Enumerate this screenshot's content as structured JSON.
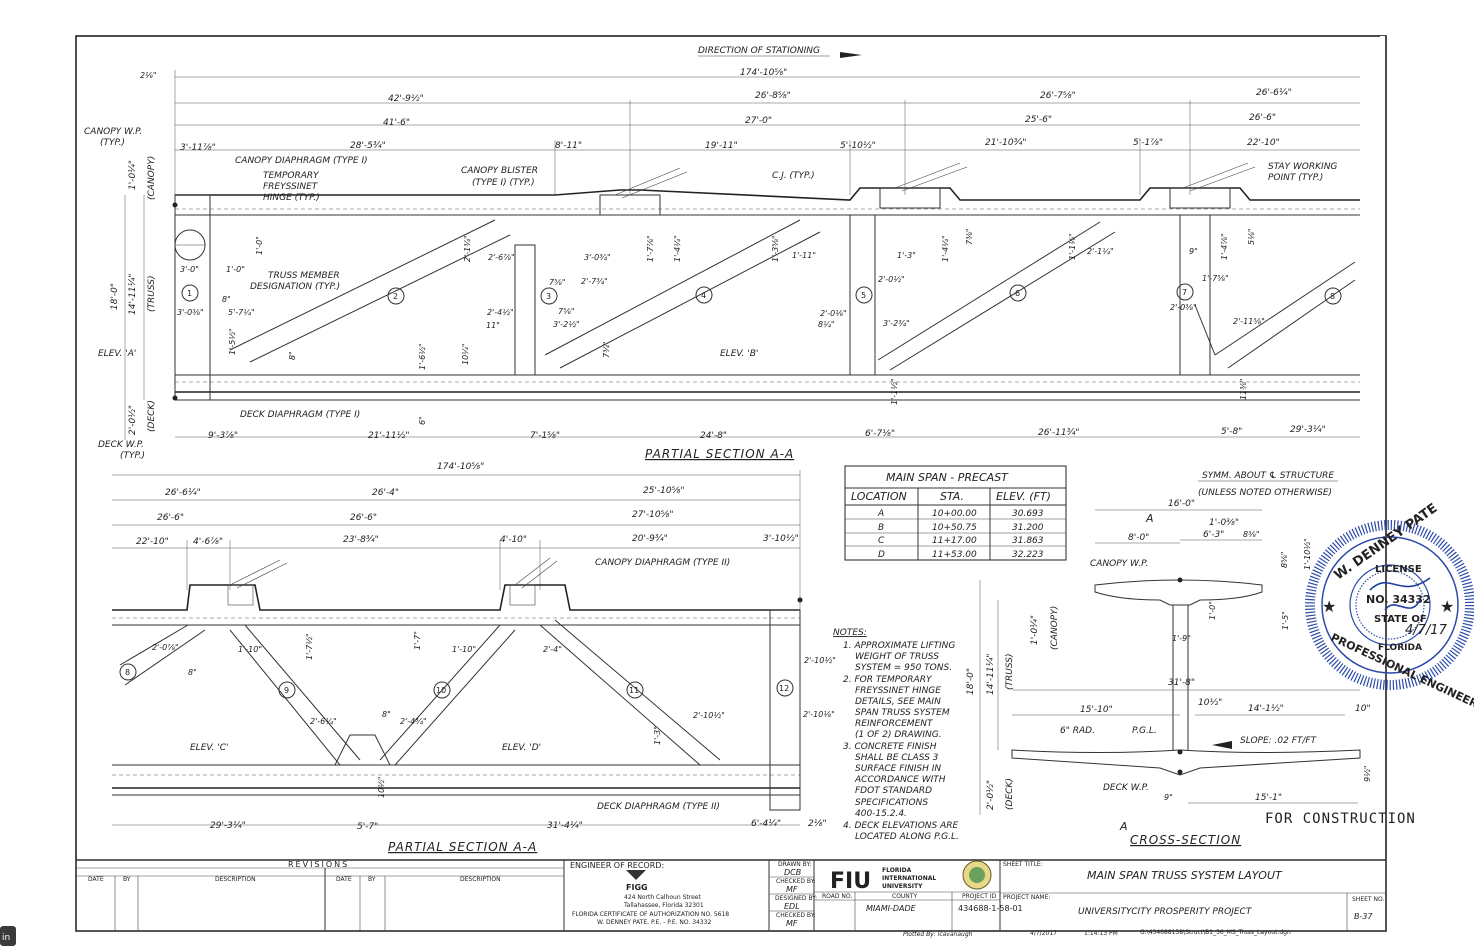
{
  "top_section": {
    "direction": "DIRECTION OF STATIONING",
    "overall": "174'-10⅝\"",
    "dim_2_1_8": "2⅛\"",
    "row1": [
      "42'-9½\"",
      "26'-8⅝\"",
      "26'-7⅝\"",
      "26'-6¼\""
    ],
    "row2": [
      "41'-6\"",
      "27'-0\"",
      "25'-6\"",
      "26'-6\""
    ],
    "row3": [
      "3'-11⅞\"",
      "28'-5¾\"",
      "8'-11\"",
      "19'-11\"",
      "5'-10½\"",
      "21'-10¾\"",
      "5'-1⅞\"",
      "22'-10\""
    ],
    "labels": {
      "canopy_wp": "CANOPY W.P.",
      "typ": "(TYP.)",
      "canopy_diaphragm": "CANOPY DIAPHRAGM (TYPE I)",
      "temp_hinge_1": "TEMPORARY",
      "temp_hinge_2": "FREYSSINET",
      "temp_hinge_3": "HINGE (TYP.)",
      "canopy_blister_1": "CANOPY BLISTER",
      "canopy_blister_2": "(TYPE I) (TYP.)",
      "cj": "C.J. (TYP.)",
      "stay_1": "STAY WORKING",
      "stay_2": "POINT (TYP.)",
      "truss_member_1": "TRUSS MEMBER",
      "truss_member_2": "DESIGNATION (TYP.)",
      "elev_a": "ELEV. 'A'",
      "elev_b": "ELEV. 'B'",
      "deck_diaphragm": "DECK DIAPHRAGM (TYPE I)",
      "deck_wp": "DECK W.P.",
      "deck_wp_typ": "(TYP.)",
      "canopy_v": "(CANOPY)",
      "truss_v": "(TRUSS)",
      "deck_v": "(DECK)",
      "d18": "18'-0\"",
      "d14": "14'-11¼\"",
      "d1_0_1_4": "1'-0¼\"",
      "d2_0_1_2": "2'-0½\""
    },
    "members": [
      "1",
      "2",
      "3",
      "4",
      "5",
      "6",
      "7",
      "8"
    ],
    "inner_dims": [
      "3'-0\"",
      "1'-0\"",
      "8\"",
      "3'-0⅜\"",
      "5'-7¼\"",
      "1'-5½\"",
      "2'-6⅞\"",
      "3'-0¾\"",
      "2'-7¾\"",
      "7⅝\"",
      "2'-4½\"",
      "11\"",
      "3'-2½\"",
      "7⅝\"",
      "1'-11\"",
      "1'-3\"",
      "2'-0½\"",
      "2'-0⅛\"",
      "8¼\"",
      "3'-2¾\"",
      "2'-1¼\"",
      "9\"",
      "1'-7⅝\"",
      "2'-0⅜\"",
      "2'-11⅝\"",
      "1'-0\"",
      "2'-1¾\"",
      "1'-7⅞\"",
      "1'-4¼\"",
      "1'-3⅝\"",
      "1'-4¼\"",
      "7⅜\"",
      "1'-1⅛\"",
      "1'-4⅞\"",
      "5⅛\"",
      "1'-6½\"",
      "10¼\"",
      "7¾\"",
      "1'-1½\"",
      "11⅜\"",
      "6\"",
      "8\""
    ],
    "bottom": [
      "9'-3⅞\"",
      "21'-11½\"",
      "7'-1⅝\"",
      "24'-8\"",
      "6'-7⅛\"",
      "26'-11¾\"",
      "5'-8\"",
      "29'-3¼\""
    ],
    "title": "PARTIAL SECTION A-A"
  },
  "bottom_section": {
    "overall": "174'-10⅝\"",
    "row1": [
      "26'-6¼\"",
      "26'-4\"",
      "25'-10⅝\""
    ],
    "row2": [
      "26'-6\"",
      "26'-6\"",
      "27'-10⅝\""
    ],
    "row3": [
      "22'-10\"",
      "4'-6⅞\"",
      "23'-8¾\"",
      "4'-10\"",
      "20'-9¾\"",
      "3'-10½\""
    ],
    "labels": {
      "canopy_diaphragm": "CANOPY DIAPHRAGM (TYPE II)",
      "elev_c": "ELEV. 'C'",
      "elev_d": "ELEV. 'D'",
      "deck_diaphragm": "DECK DIAPHRAGM (TYPE II)"
    },
    "members": [
      "8",
      "9",
      "10",
      "11",
      "12"
    ],
    "inner_dims": [
      "2'-0⅞\"",
      "1'-10\"",
      "8\"",
      "1'-7½\"",
      "1'-7\"",
      "1'-10\"",
      "2'-4\"",
      "2'-6¼\"",
      "2'-4¾\"",
      "2'-10½\"",
      "2'-10⅛\"",
      "8\"",
      "1'-3\"",
      "10½\"",
      "2'-10½\""
    ],
    "bottom": [
      "29'-3¼\"",
      "5'-7\"",
      "31'-4¼\"",
      "6'-4¼\"",
      "2⅛\""
    ],
    "title": "PARTIAL SECTION A-A"
  },
  "table": {
    "title": "MAIN SPAN - PRECAST",
    "headers": [
      "LOCATION",
      "STA.",
      "ELEV. (FT)"
    ],
    "rows": [
      [
        "A",
        "10+00.00",
        "30.693"
      ],
      [
        "B",
        "10+50.75",
        "31.200"
      ],
      [
        "C",
        "11+17.00",
        "31.863"
      ],
      [
        "D",
        "11+53.00",
        "32.223"
      ]
    ]
  },
  "notes": {
    "title": "NOTES:",
    "lines": [
      "1. APPROXIMATE LIFTING",
      "WEIGHT OF TRUSS",
      "SYSTEM = 950 TONS.",
      "2. FOR TEMPORARY",
      "FREYSSINET HINGE",
      "DETAILS, SEE MAIN",
      "SPAN TRUSS SYSTEM",
      "REINFORCEMENT",
      "(1 OF 2) DRAWING.",
      "3. CONCRETE FINISH",
      "SHALL BE CLASS 3",
      "SURFACE FINISH IN",
      "ACCORDANCE WITH",
      "FDOT STANDARD",
      "SPECIFICATIONS",
      "400-15.2.4.",
      "4. DECK ELEVATIONS ARE",
      "LOCATED ALONG P.G.L."
    ]
  },
  "cross_section": {
    "symm_1": "SYMM. ABOUT ℄ STRUCTURE",
    "symm_2": "(UNLESS NOTED OTHERWISE)",
    "d16": "16'-0\"",
    "d8": "8'-0\"",
    "d1_0_3_8": "1'-0⅜\"",
    "d6_3": "6'-3\"",
    "d8_3_8": "8⅜\"",
    "d1_10_1_2": "1'-10½\"",
    "d8_5_8": "8⅝\"",
    "canopy_wp": "CANOPY W.P.",
    "d1_0": "1'-0\"",
    "d1_5": "1'-5\"",
    "d1_9": "1'-9\"",
    "d31_8": "31'-8\"",
    "d15_10": "15'-10\"",
    "d10_1_2": "10½\"",
    "d14_1_1_2": "14'-1½\"",
    "d10": "10\"",
    "rad": "6\" RAD.",
    "pgl": "P.G.L.",
    "slope": "SLOPE: .02 FT/FT",
    "d9_1_2": "9½\"",
    "deck_wp": "DECK W.P.",
    "d9": "9\"",
    "d15_1": "15'-1\"",
    "d18": "18'-0\"",
    "d14": "14'-11¼\"",
    "d1_0_1_4": "1'-0¼\"",
    "d2_0_1_2": "2'-0½\"",
    "truss": "(TRUSS)",
    "canopy": "(CANOPY)",
    "deck": "(DECK)",
    "a_label": "A",
    "title": "CROSS-SECTION"
  },
  "for_construction": "FOR CONSTRUCTION",
  "stamp": {
    "name": "W. DENNEY PATE",
    "license": "LICENSE",
    "no": "NO. 34332",
    "state": "STATE OF",
    "florida": "FLORIDA",
    "profession": "PROFESSIONAL ENGINEER",
    "date": "4/7/17"
  },
  "title_block": {
    "revisions": "REVISIONS",
    "rev_headers": [
      "DATE",
      "BY",
      "DESCRIPTION",
      "DATE",
      "BY",
      "DESCRIPTION"
    ],
    "eor_label": "ENGINEER OF RECORD:",
    "figg": "FIGG",
    "address_1": "424 North Calhoun Street",
    "address_2": "Tallahassee, Florida 32301",
    "cert": "FLORIDA CERTIFICATE OF AUTHORIZATION NO. 5618",
    "pe": "W. DENNEY PATE, P.E. - P.E. NO. 34332",
    "drawn_by_l": "DRAWN BY:",
    "drawn_by": "DCB",
    "checked_by_l": "CHECKED BY:",
    "checked_by": "MF",
    "designed_by_l": "DESIGNED BY:",
    "designed_by": "EDL",
    "checked_by2_l": "CHECKED BY:",
    "checked_by2": "MF",
    "fiu": "FIU",
    "fiu_1": "FLORIDA",
    "fiu_2": "INTERNATIONAL",
    "fiu_3": "UNIVERSITY",
    "road_no": "ROAD NO.",
    "county_l": "COUNTY",
    "county": "MIAMI-DADE",
    "project_id_l": "PROJECT ID",
    "project_id": "434688-1-58-01",
    "sheet_title_l": "SHEET TITLE:",
    "sheet_title": "MAIN SPAN TRUSS SYSTEM LAYOUT",
    "project_name_l": "PROJECT NAME:",
    "project_name": "UNIVERSITYCITY PROSPERITY PROJECT",
    "sheet_no_l": "SHEET NO.",
    "sheet_no": "B-37",
    "plotted_by": "Plotted By: lcavanaugh",
    "plot_date": "4/7/2017",
    "plot_time": "1:14:13 PM",
    "path": "G:\\434688158\\Struct\\B1_36_MS_Truss_Layout.dgn"
  },
  "side_tab": "in"
}
